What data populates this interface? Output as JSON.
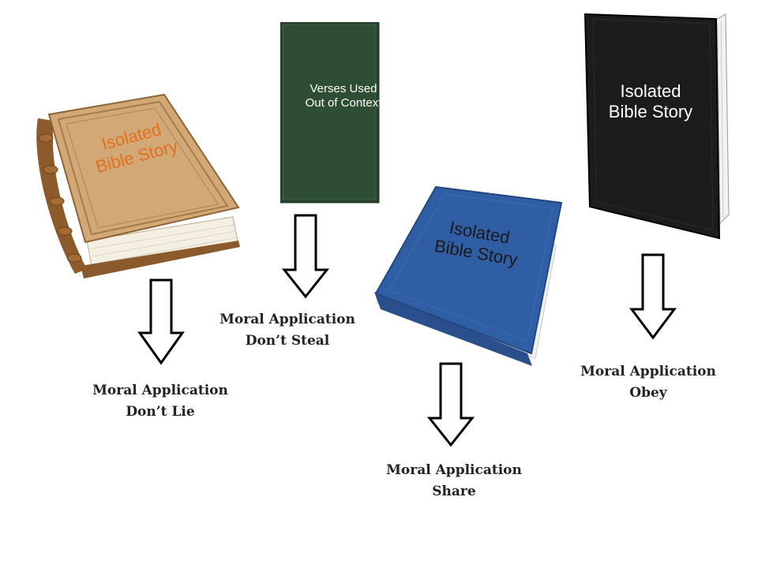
{
  "books": [
    {
      "id": "brown",
      "lines": [
        "Isolated",
        "Bible Story"
      ],
      "color": "#d3a877"
    },
    {
      "id": "green",
      "lines": [
        "Verses Used",
        "Out of Context"
      ],
      "color": "#2e4d33"
    },
    {
      "id": "blue",
      "lines": [
        "Isolated",
        "Bible Story"
      ],
      "color": "#2f5ea5"
    },
    {
      "id": "black",
      "lines": [
        "Isolated",
        "Bible Story"
      ],
      "color": "#1c1c1c"
    }
  ],
  "morals": [
    {
      "title": "Moral Application",
      "value": "Don’t Lie"
    },
    {
      "title": "Moral Application",
      "value": "Don’t Steal"
    },
    {
      "title": "Moral Application",
      "value": "Share"
    },
    {
      "title": "Moral Application",
      "value": "Obey"
    }
  ]
}
